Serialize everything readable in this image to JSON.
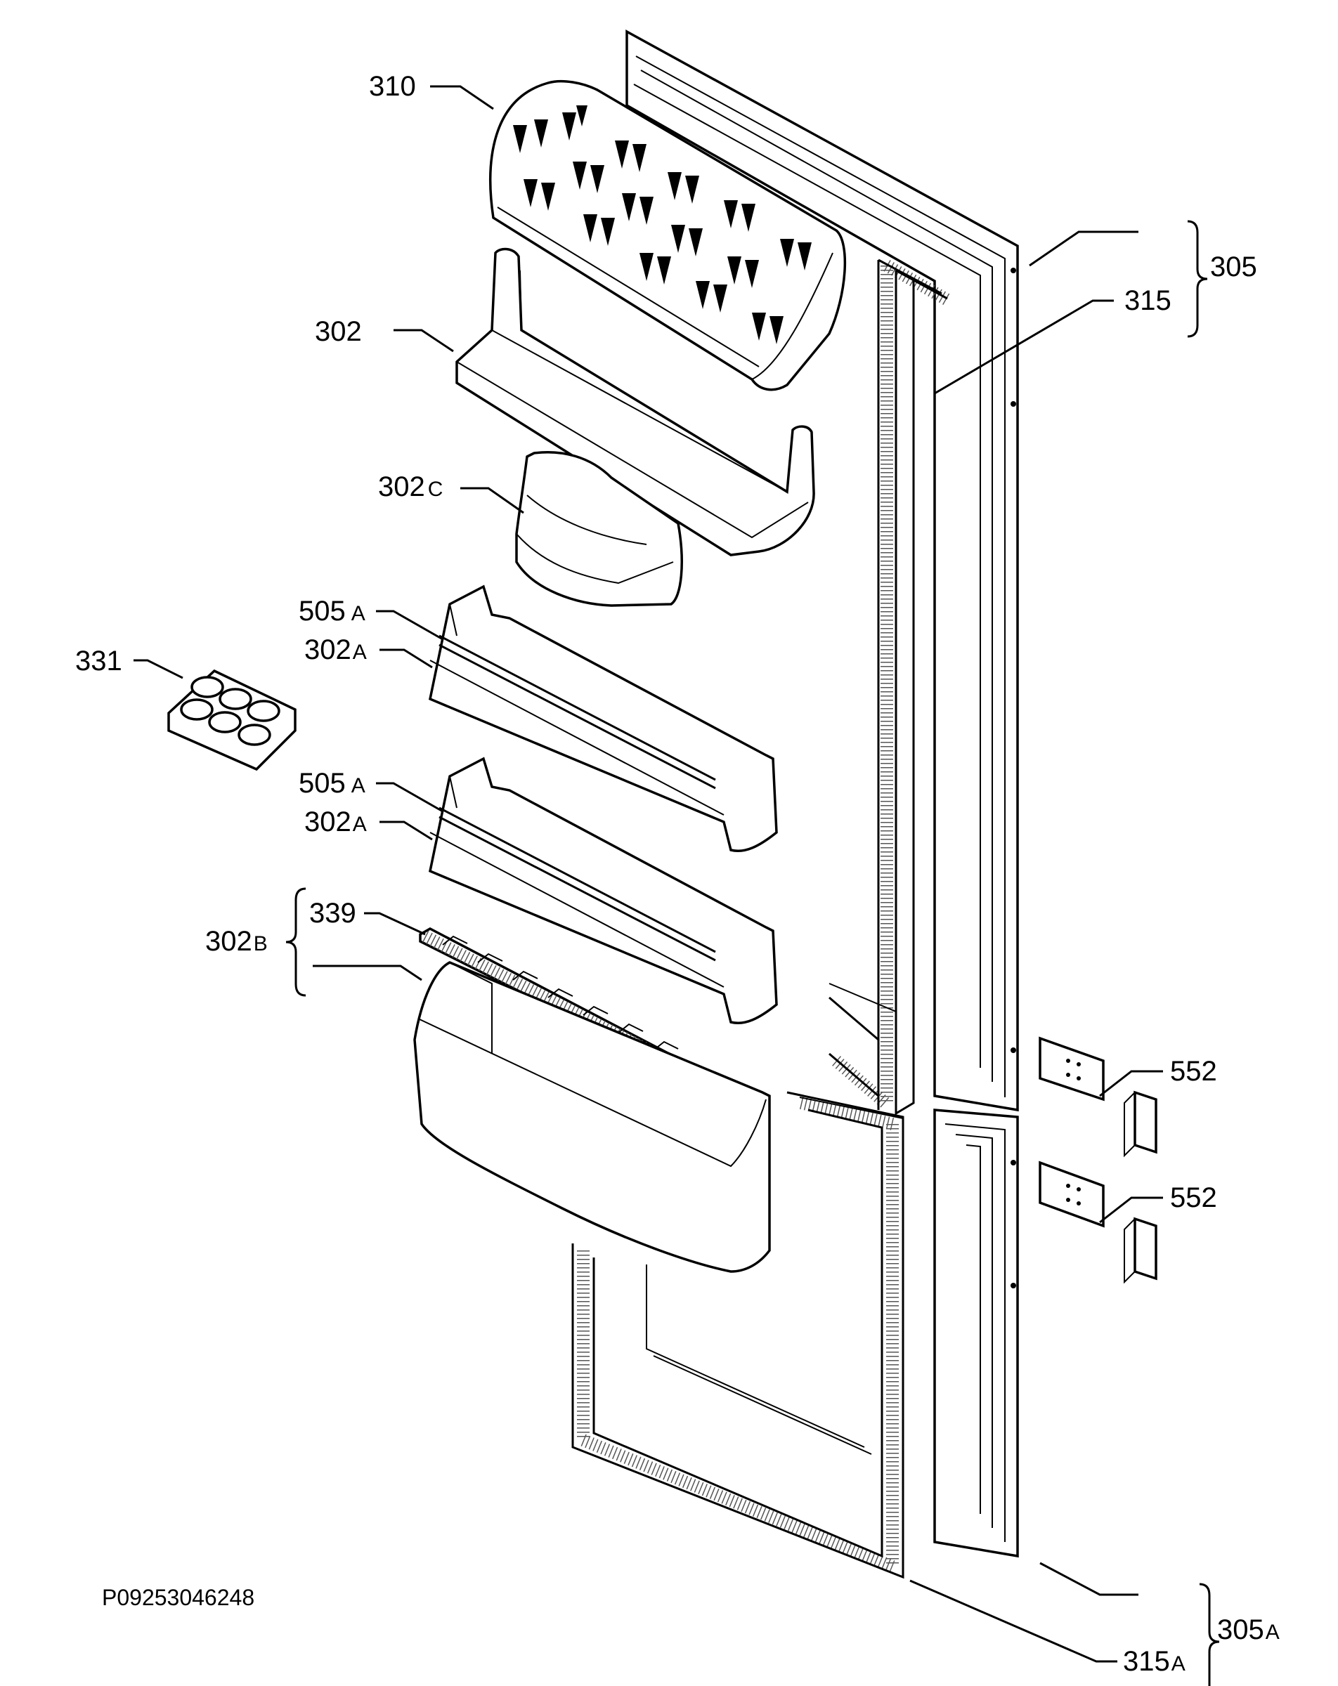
{
  "labels": [
    {
      "id": "310",
      "main": "310",
      "suffix": ""
    },
    {
      "id": "302",
      "main": "302",
      "suffix": ""
    },
    {
      "id": "302c",
      "main": "302",
      "suffix": "C"
    },
    {
      "id": "505a-1",
      "main": "505",
      "suffix": "A"
    },
    {
      "id": "302a-1",
      "main": "302",
      "suffix": "A"
    },
    {
      "id": "331",
      "main": "331",
      "suffix": ""
    },
    {
      "id": "505a-2",
      "main": "505",
      "suffix": "A"
    },
    {
      "id": "302a-2",
      "main": "302",
      "suffix": "A"
    },
    {
      "id": "339",
      "main": "339",
      "suffix": ""
    },
    {
      "id": "302b",
      "main": "302",
      "suffix": "B"
    },
    {
      "id": "305",
      "main": "305",
      "suffix": ""
    },
    {
      "id": "315",
      "main": "315",
      "suffix": ""
    },
    {
      "id": "552-1",
      "main": "552",
      "suffix": ""
    },
    {
      "id": "552-2",
      "main": "552",
      "suffix": ""
    },
    {
      "id": "305a",
      "main": "305",
      "suffix": "A"
    },
    {
      "id": "315a",
      "main": "315",
      "suffix": "A"
    }
  ],
  "drawing_code": "P09253046248"
}
